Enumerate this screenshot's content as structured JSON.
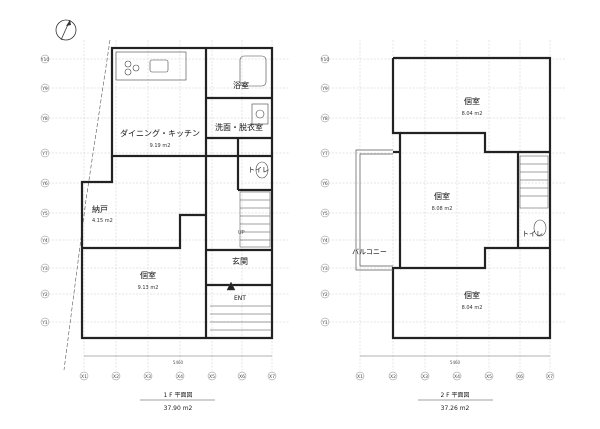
{
  "floor1": {
    "rooms": {
      "bath": "浴室",
      "dining": "ダイニング・キッチン",
      "dining_area": "9.19 m2",
      "washroom": "洗面・脱衣室",
      "toilet": "トイレ",
      "storage": "納戸",
      "storage_area": "4.15 m2",
      "room": "個室",
      "room_area": "9.13 m2",
      "entrance": "玄関",
      "up": "UP",
      "entry": "ENT"
    },
    "title": "1 F  平面図",
    "total": "37.90  m2",
    "width_dim": "5460"
  },
  "floor2": {
    "rooms": {
      "room_top": "個室",
      "room_top_area": "8.04 m2",
      "room_mid": "個室",
      "room_mid_area": "8.08 m2",
      "balcony": "バルコニー",
      "toilet": "トイレ",
      "room_bottom": "個室",
      "room_bottom_area": "8.04 m2"
    },
    "title": "2 F  平面図",
    "total": "37.26  m2",
    "width_dim": "5460"
  },
  "axis_rows": [
    "Y10",
    "Y9",
    "Y8",
    "Y7",
    "Y6",
    "Y5",
    "Y4",
    "Y3",
    "Y2",
    "Y1"
  ],
  "axis_cols_1f": [
    "X1",
    "X2",
    "X3",
    "X4",
    "X5",
    "X6",
    "X7"
  ],
  "axis_cols_2f": [
    "X1",
    "X2",
    "X3",
    "X4",
    "X5",
    "X6",
    "X7"
  ]
}
